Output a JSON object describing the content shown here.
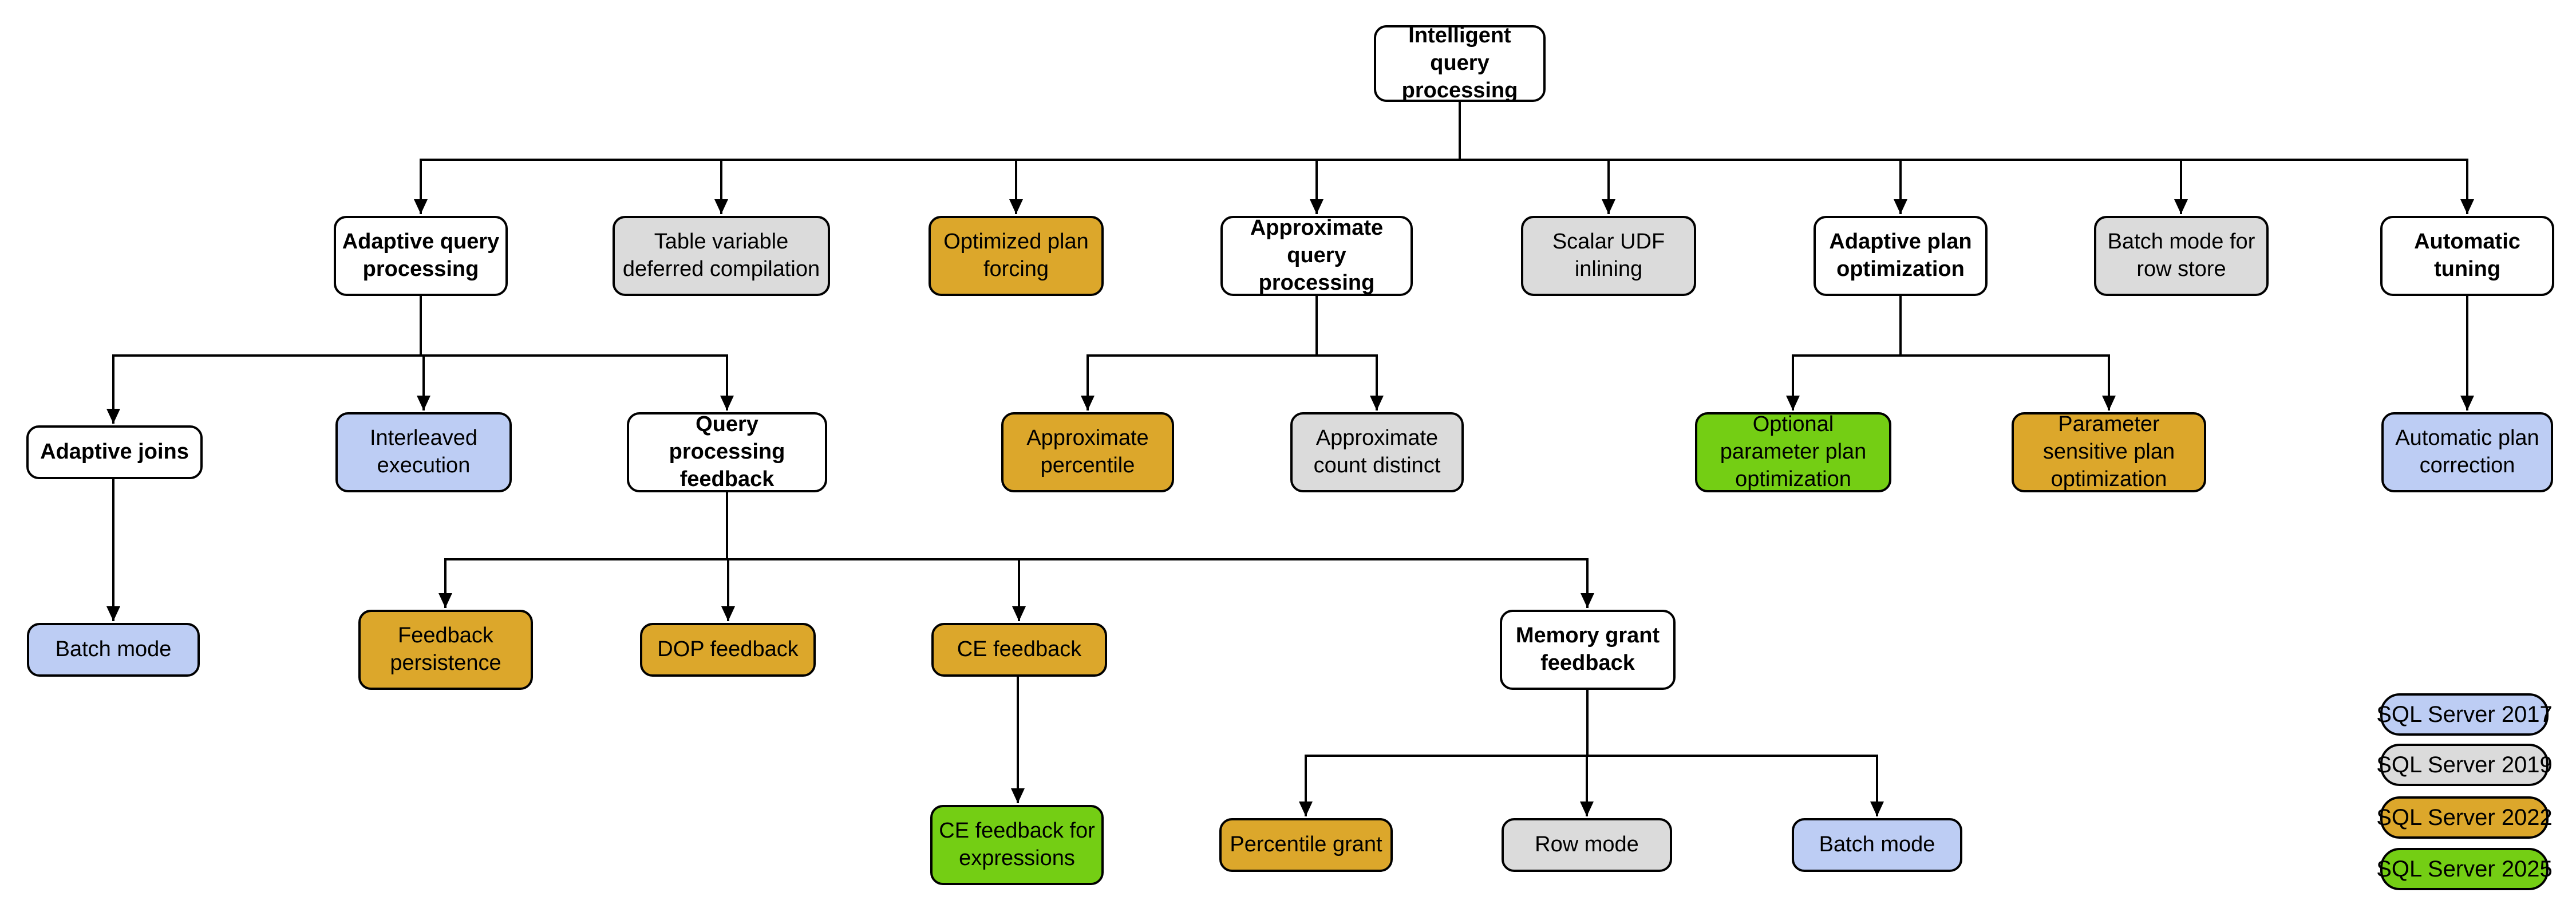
{
  "diagram_title": "Intelligent query processing",
  "palette": {
    "category": "#FFFFFF",
    "v2017": "#BDCDF4",
    "v2019": "#DBDBDB",
    "v2022": "#DCA72B",
    "v2025": "#74CE14"
  },
  "nodes": [
    {
      "id": "root",
      "label": "Intelligent query processing",
      "type": "category"
    },
    {
      "id": "aqp",
      "label": "Adaptive query processing",
      "type": "category"
    },
    {
      "id": "tvdc",
      "label": "Table variable deferred compilation",
      "type": "v2019"
    },
    {
      "id": "opf",
      "label": "Optimized plan forcing",
      "type": "v2022"
    },
    {
      "id": "axqp",
      "label": "Approximate query processing",
      "type": "category"
    },
    {
      "id": "sudf",
      "label": "Scalar UDF inlining",
      "type": "v2019"
    },
    {
      "id": "apo",
      "label": "Adaptive plan optimization",
      "type": "category"
    },
    {
      "id": "bmrs",
      "label": "Batch mode for row store",
      "type": "v2019"
    },
    {
      "id": "atun",
      "label": "Automatic tuning",
      "type": "category"
    },
    {
      "id": "aj",
      "label": "Adaptive joins",
      "type": "category"
    },
    {
      "id": "ie",
      "label": "Interleaved execution",
      "type": "v2017"
    },
    {
      "id": "qpf",
      "label": "Query processing feedback",
      "type": "category"
    },
    {
      "id": "apct",
      "label": "Approximate percentile",
      "type": "v2022"
    },
    {
      "id": "acd",
      "label": "Approximate count distinct",
      "type": "v2019"
    },
    {
      "id": "oppo",
      "label": "Optional parameter plan optimization",
      "type": "v2025"
    },
    {
      "id": "pspo",
      "label": "Parameter sensitive plan optimization",
      "type": "v2022"
    },
    {
      "id": "apc",
      "label": "Automatic plan correction",
      "type": "v2017"
    },
    {
      "id": "bm1",
      "label": "Batch mode",
      "type": "v2017"
    },
    {
      "id": "fp",
      "label": "Feedback persistence",
      "type": "v2022"
    },
    {
      "id": "dop",
      "label": "DOP feedback",
      "type": "v2022"
    },
    {
      "id": "cef",
      "label": "CE feedback",
      "type": "v2022"
    },
    {
      "id": "mgf",
      "label": "Memory grant feedback",
      "type": "category"
    },
    {
      "id": "cefe",
      "label": "CE feedback for expressions",
      "type": "v2025"
    },
    {
      "id": "pg",
      "label": "Percentile grant",
      "type": "v2022"
    },
    {
      "id": "rm",
      "label": "Row mode",
      "type": "v2019"
    },
    {
      "id": "bm2",
      "label": "Batch mode",
      "type": "v2017"
    }
  ],
  "legend": [
    {
      "label": "SQL Server 2017",
      "type": "v2017"
    },
    {
      "label": "SQL Server 2019",
      "type": "v2019"
    },
    {
      "label": "SQL Server 2022",
      "type": "v2022"
    },
    {
      "label": "SQL Server 2025",
      "type": "v2025"
    }
  ]
}
